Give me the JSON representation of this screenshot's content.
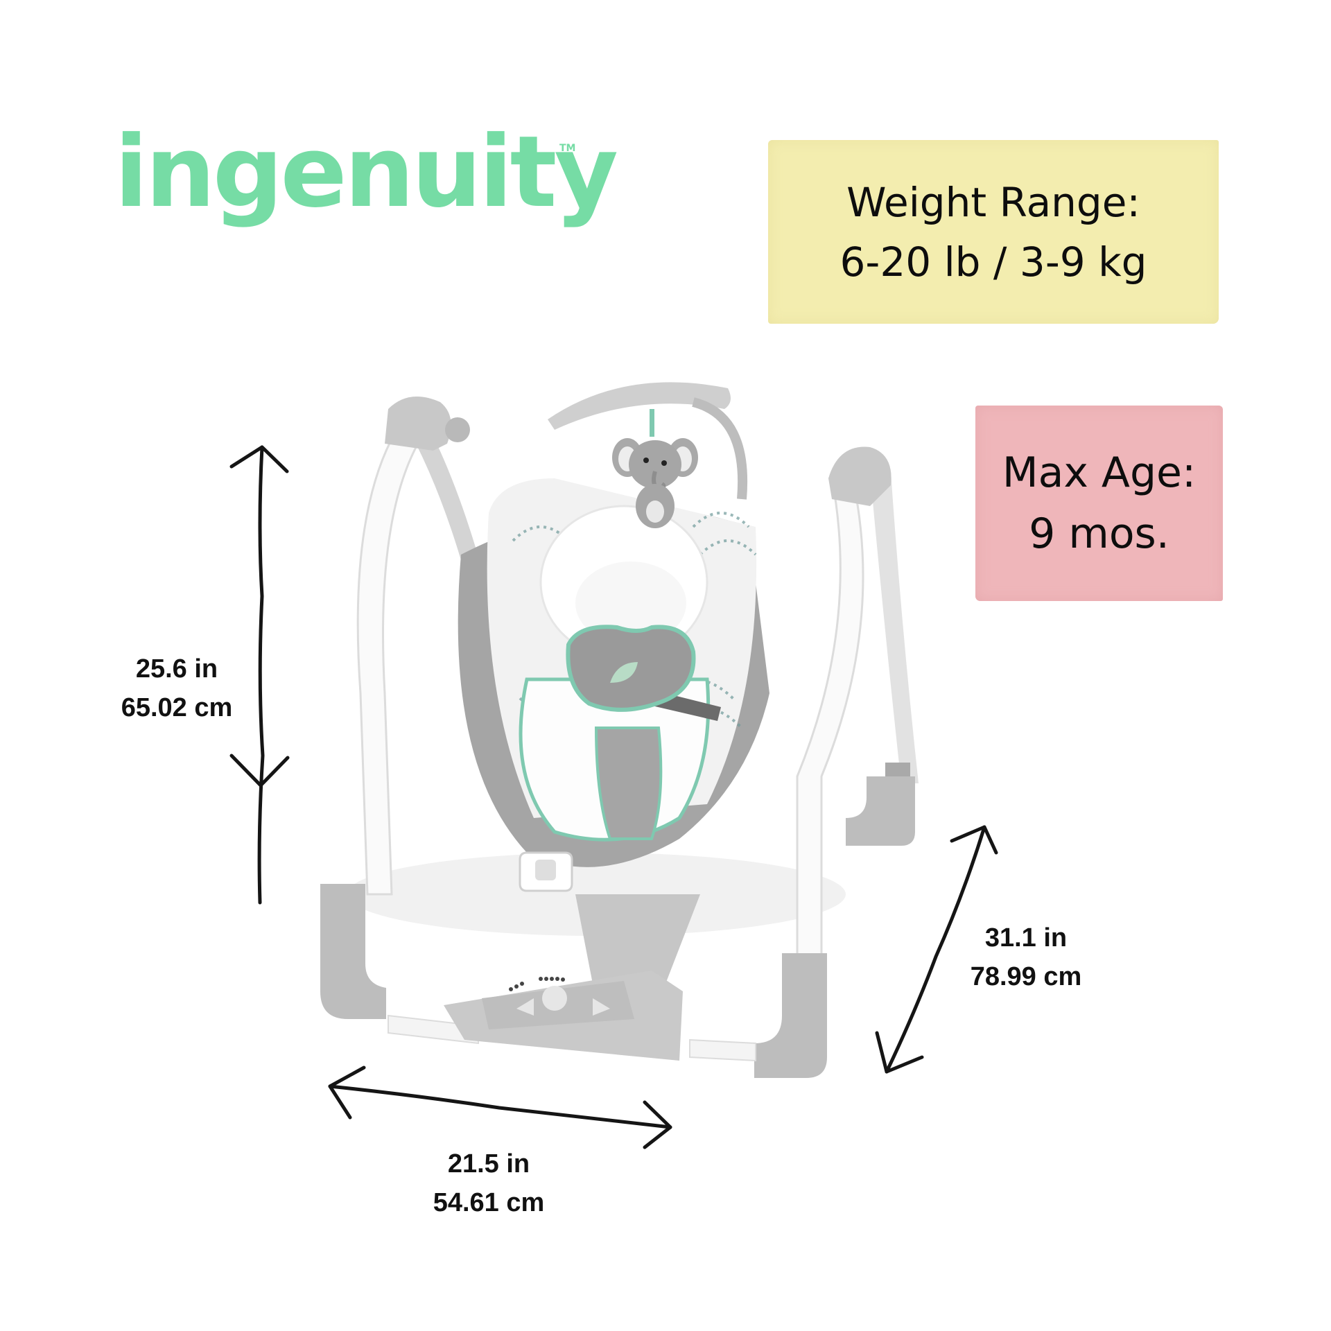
{
  "brand": {
    "logo_text": "ingenuity",
    "trademark": "TM",
    "color": "#76DCA5"
  },
  "specs": {
    "weight": {
      "line1": "Weight Range:",
      "line2": "6-20 lb / 3-9 kg",
      "background": "#F3EDAF"
    },
    "age": {
      "line1": "Max Age:",
      "line2": "9 mos.",
      "background": "#EFB6BA"
    }
  },
  "dimensions": {
    "height": {
      "imperial": "25.6 in",
      "metric": "65.02 cm"
    },
    "depth": {
      "imperial": "31.1 in",
      "metric": "78.99 cm"
    },
    "width": {
      "imperial": "21.5 in",
      "metric": "54.61 cm"
    }
  },
  "product": {
    "name": "baby swing",
    "toy": "elephant plush",
    "colors": {
      "frame": "#FFFFFF",
      "plastic": "#C9C9C9",
      "fabric": "#9E9E9E",
      "trim": "#7FC9B0",
      "insert": "#F4F4F4"
    }
  }
}
